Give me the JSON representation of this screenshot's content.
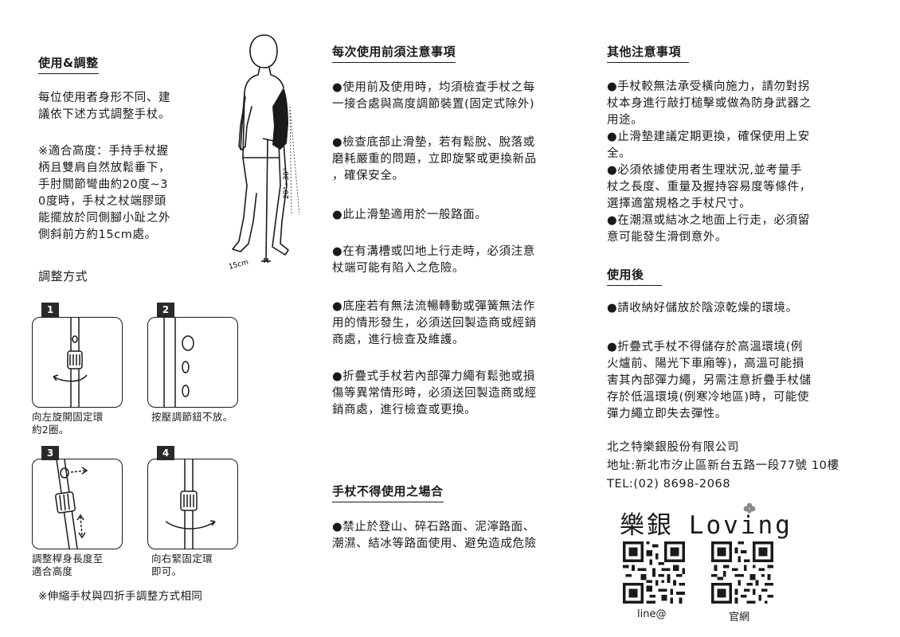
{
  "left": {
    "title": "使用&調整",
    "intro": "每位使用者身形不同、建\n議依下述方式調整手杖。",
    "height_note": "※適合高度：手持手杖握\n柄且雙肩自然放鬆垂下，\n手肘關節彎曲約20度~3\n0度時，手杖之杖端膠頭\n能擺放於同側腳小趾之外\n側斜前方約15cm處。",
    "figure": {
      "angle_label": "20°~30°",
      "distance_label": "15cm"
    },
    "adjust_title": "調整方式",
    "steps": [
      {
        "num": "1",
        "caption": "向左旋開固定環\n約2圈。"
      },
      {
        "num": "2",
        "caption": "按壓調節鈕不放。"
      },
      {
        "num": "3",
        "caption": "調整桿身長度至\n適合高度"
      },
      {
        "num": "4",
        "caption": "向右緊固定環\n即可。"
      }
    ],
    "footnote": "※伸縮手杖與四折手調整方式相同"
  },
  "middle": {
    "title": "每次使用前須注意事項",
    "items": [
      "●使用前及使用時，均須檢查手杖之每\n一接合處與高度調節裝置(固定式除外)",
      "●檢查底部止滑墊，若有鬆脫、脫落或\n磨耗嚴重的問題，立即旋緊或更換新品\n，確保安全。",
      "●此止滑墊適用於一般路面。",
      "●在有溝槽或凹地上行走時，必須注意\n杖端可能有陷入之危險。",
      "●底座若有無法流暢轉動或彈簧無法作\n用的情形發生，必須送回製造商或經銷\n商處，進行檢查及維護。",
      "●折疊式手杖若內部彈力繩有鬆弛或損\n傷等異常情形時，必須送回製造商或經\n銷商處，進行檢查或更換。"
    ],
    "forbidden_title": "手杖不得使用之場合",
    "forbidden_text": "●禁止於登山、碎石路面、泥濘路面、\n潮濕、結冰等路面使用、避免造成危險"
  },
  "right": {
    "title": "其他注意事項",
    "items": [
      "●手杖較無法承受橫向施力，請勿對拐\n杖本身進行敲打槌擊或做為防身武器之\n用途。\n●止滑墊建議定期更換，確保使用上安\n全。\n●必須依據使用者生理狀況,並考量手\n杖之長度、重量及握持容易度等條件，\n選擇適當規格之手杖尺寸。\n●在潮濕或結冰之地面上行走，必須留\n意可能發生滑倒意外。"
    ],
    "after_title": "使用後",
    "after_items": [
      "●請收納好儲放於陰涼乾燥的環境。",
      "●折疊式手杖不得儲存於高溫環境(例\n火爐前、陽光下車廂等)，高溫可能損\n害其內部彈力繩，另需注意折疊手杖儲\n存於低溫環境(例寒冷地區)時，可能使\n彈力繩立即失去彈性。"
    ],
    "company": {
      "name": "北之特樂銀股份有限公司",
      "address": "地址:新北市汐止區新台五路一段77號 10樓",
      "tel": "TEL:(02) 8698-2068"
    },
    "brand": {
      "cn": "樂銀",
      "en_pre": "Lov",
      "en_i": "i",
      "en_post": "ng"
    },
    "qr": [
      {
        "label": "line@"
      },
      {
        "label": "官網"
      }
    ]
  }
}
